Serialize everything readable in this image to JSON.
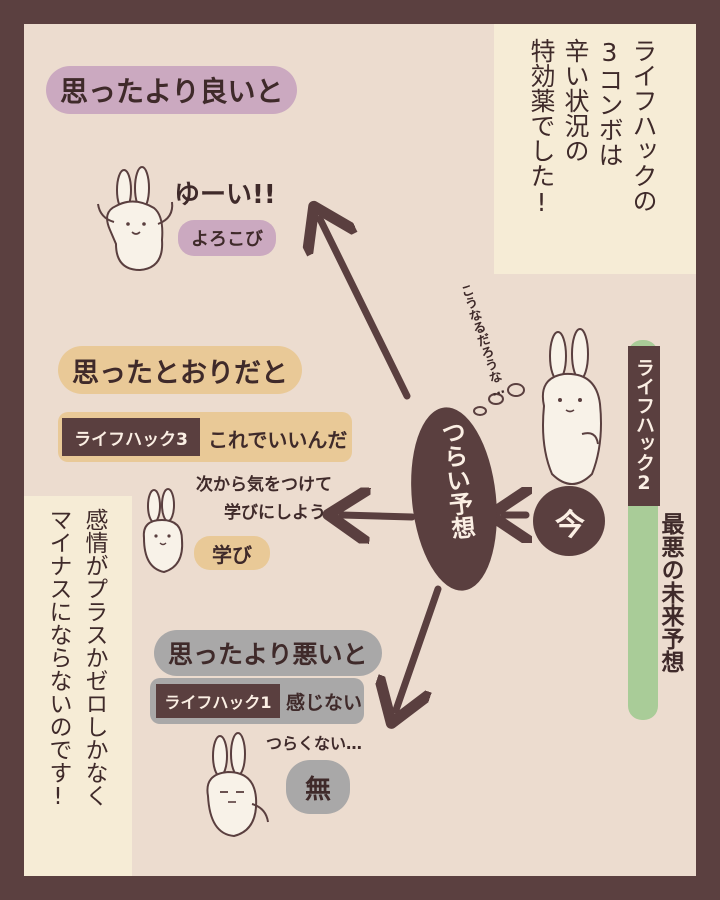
{
  "note_top_right": "ライフハックの\n3コンボは\n辛い状況の\n特効薬でした!",
  "note_bottom_left": "感情がプラスかゼロしかなく\nマイナスにならないのです!",
  "side_label": {
    "tag": "ライフハック2",
    "text": "最悪の未来予想"
  },
  "center": {
    "forecast": "つらい予想",
    "now": "今",
    "thought": "こうなるだろうな…"
  },
  "branch_good": {
    "heading": "思ったより良いと",
    "shout": "ゆーい!!",
    "emotion": "よろこび"
  },
  "branch_expected": {
    "heading": "思ったとおりだと",
    "tag": "ライフハック3",
    "tag_text": "これでいいんだ",
    "line1": "次から気をつけて",
    "line2": "学びにしよう",
    "emotion": "学び"
  },
  "branch_bad": {
    "heading": "思ったより悪いと",
    "tag": "ライフハック1",
    "tag_text": "感じない",
    "mutter": "つらくない…",
    "emotion": "無"
  },
  "colors": {
    "frame": "#5b4040",
    "background": "#ecdccf",
    "note": "#f6ecd6",
    "good": "#cba9c0",
    "expected": "#e9c997",
    "bad": "#a9a8a8",
    "side": "#a9cc98",
    "ink": "#5a3f3f"
  }
}
